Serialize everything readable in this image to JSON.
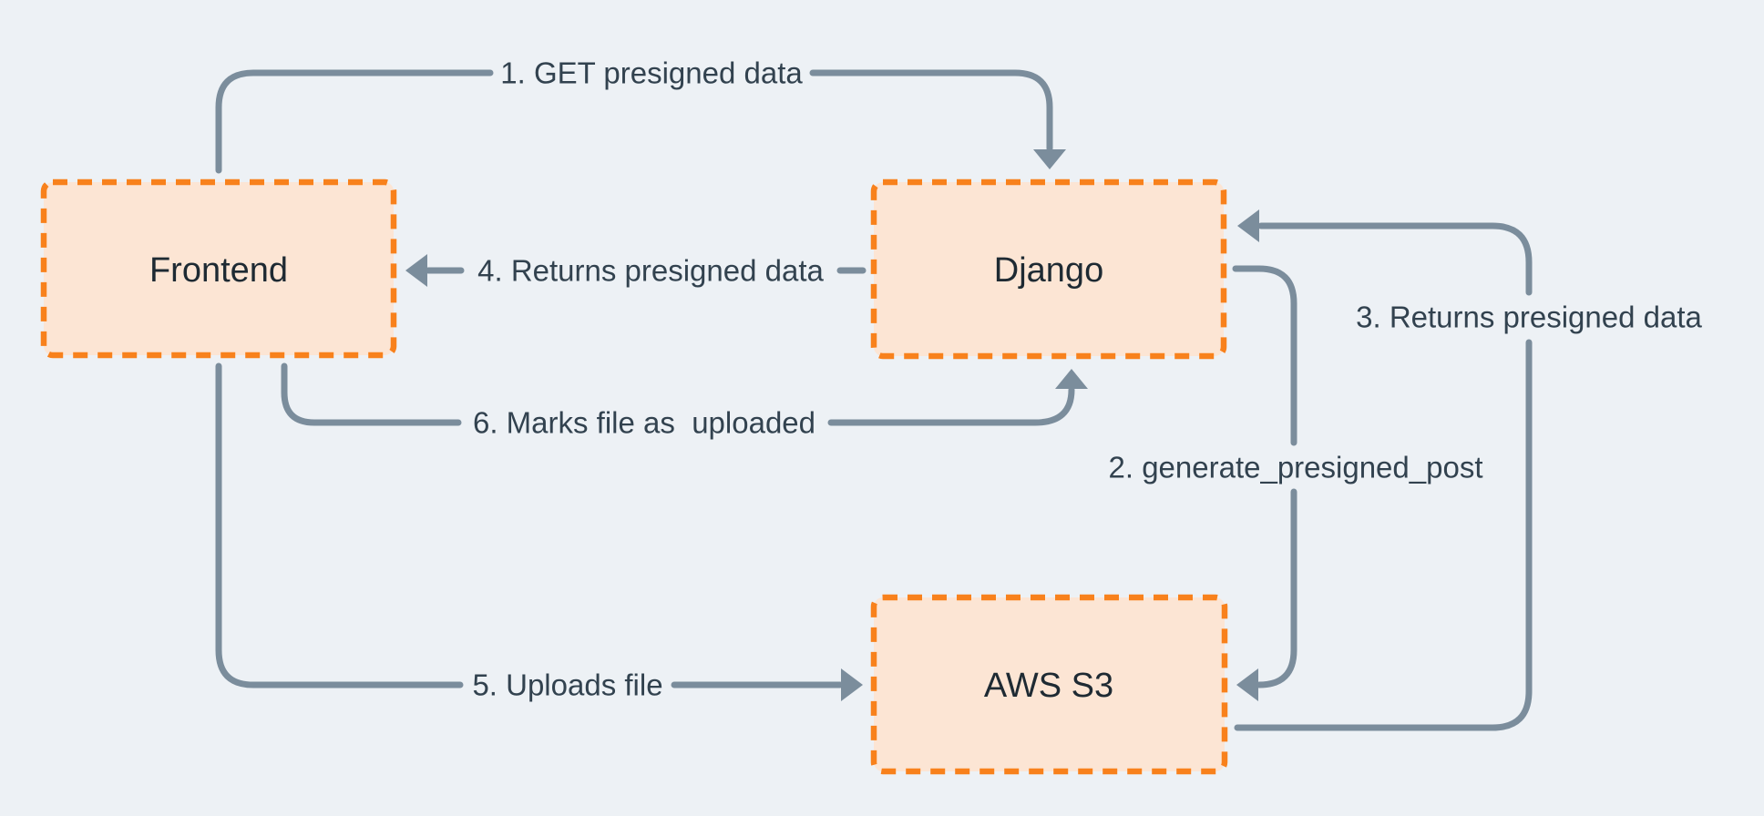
{
  "diagram": {
    "description": "Presigned upload flow between Frontend, Django and AWS S3",
    "colors": {
      "background": "#edf1f5",
      "node_fill": "#fce5d4",
      "node_border": "#f8811c",
      "edge": "#7b8d9c",
      "edge_label_text": "#32424f",
      "node_label_text": "#1e2a33"
    },
    "nodes": [
      {
        "id": "frontend",
        "label": "Frontend"
      },
      {
        "id": "django",
        "label": "Django"
      },
      {
        "id": "aws-s3",
        "label": "AWS S3"
      }
    ],
    "edges": [
      {
        "step": "1",
        "from": "Frontend",
        "to": "Django",
        "label": "1. GET presigned data"
      },
      {
        "step": "2",
        "from": "Django",
        "to": "AWS S3",
        "label": "2. generate_presigned_post"
      },
      {
        "step": "3",
        "from": "AWS S3",
        "to": "Django",
        "label": "3. Returns presigned data"
      },
      {
        "step": "4",
        "from": "Django",
        "to": "Frontend",
        "label": "4. Returns presigned data"
      },
      {
        "step": "5",
        "from": "Frontend",
        "to": "AWS S3",
        "label": "5. Uploads file"
      },
      {
        "step": "6",
        "from": "Frontend",
        "to": "Django",
        "label": "6. Marks file as  uploaded"
      }
    ]
  }
}
